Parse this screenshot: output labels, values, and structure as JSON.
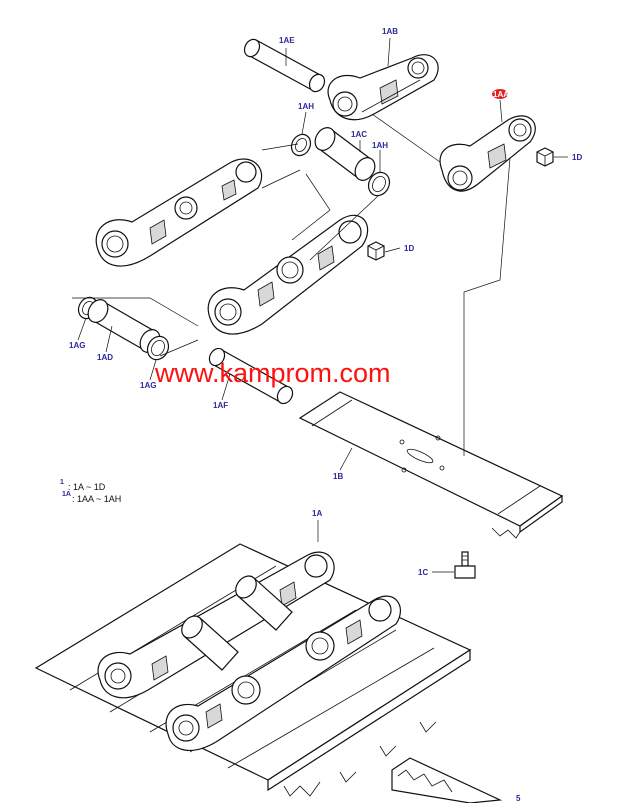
{
  "watermark": "www.kamprom.com",
  "callouts": {
    "c1AE": "1AE",
    "c1AB": "1AB",
    "c1AA": "1AA",
    "c1D_top": "1D",
    "c1AH_left": "1AH",
    "c1AC": "1AC",
    "c1AH_right": "1AH",
    "c1D_mid": "1D",
    "c1AG_left": "1AG",
    "c1AD": "1AD",
    "c1AG_bottom": "1AG",
    "c1AF": "1AF",
    "c1B": "1B",
    "c1A": "1A",
    "c1C": "1C",
    "c5": "5"
  },
  "legend": {
    "row1_num": "1",
    "row1_text": ": 1A ~ 1D",
    "row2_num": "1A",
    "row2_text": ": 1AA ~ 1AH"
  },
  "colors": {
    "callout": "#2b2b9a",
    "highlight": "#e02020",
    "watermark": "#ff1010"
  }
}
